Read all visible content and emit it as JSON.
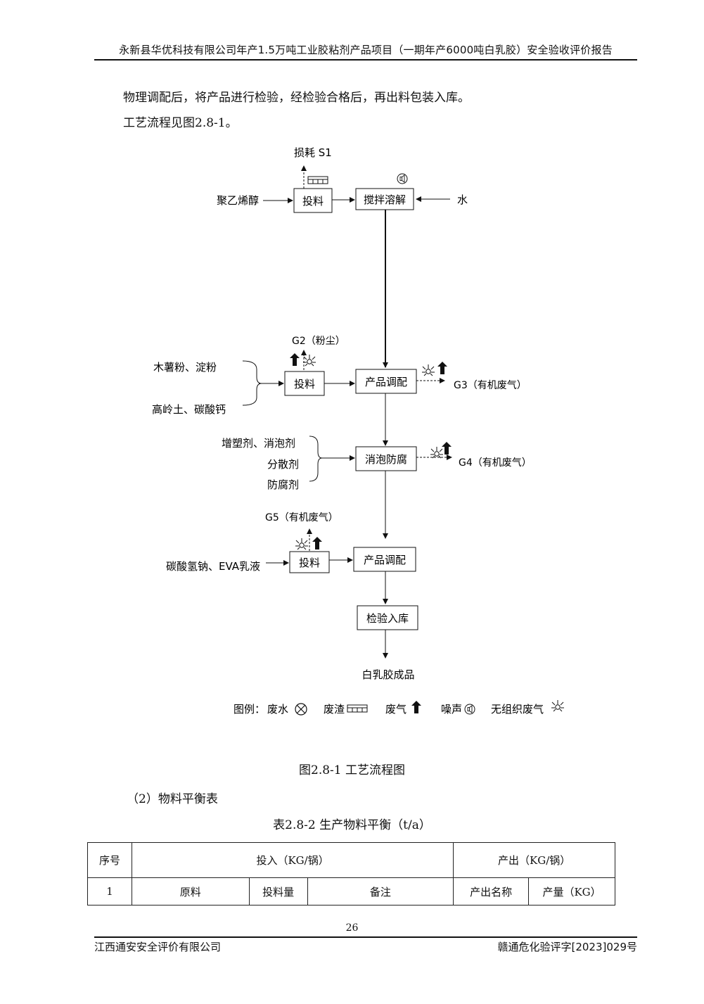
{
  "header": {
    "title": "永新县华优科技有限公司年产1.5万吨工业胶粘剂产品项目（一期年产6000吨白乳胶）安全验收评价报告"
  },
  "body": {
    "paragraph1": "物理调配后，将产品进行检验，经检验合格后，再出料包装入库。",
    "paragraph2": "工艺流程见图2.8-1。"
  },
  "flow": {
    "loss_label": "损耗 S1",
    "input_pva": "聚乙烯醇",
    "box_feed1": "投料",
    "box_stir": "搅拌溶解",
    "input_water": "水",
    "g2_label": "G2（粉尘）",
    "input_cassava": "木薯粉、淀粉",
    "input_kaolin": "高岭土、碳酸钙",
    "box_feed2": "投料",
    "box_blend1": "产品调配",
    "g3_label": "G3（有机废气）",
    "input_plasticizer": "增塑剂、消泡剂",
    "input_dispersant": "分散剂",
    "input_preservative": "防腐剂",
    "box_defoam": "消泡防腐",
    "g4_label": "G4（有机废气）",
    "g5_label": "G5（有机废气）",
    "input_bicarb": "碳酸氢钠、EVA乳液",
    "box_feed3": "投料",
    "box_blend2": "产品调配",
    "box_inspect": "检验入库",
    "output_product": "白乳胶成品",
    "legend": {
      "prefix": "图例：",
      "wastewater": "废水",
      "residue": "废渣",
      "exhaust": "废气",
      "noise": "噪声",
      "fugitive": "无组织废气"
    }
  },
  "figure_caption": "图2.8-1 工艺流程图",
  "section_title": "（2）物料平衡表",
  "table_caption": "表2.8-2 生产物料平衡（t/a）",
  "table": {
    "h_seq": "序号",
    "h_input": "投入（KG/锅）",
    "h_output": "产出（KG/锅）",
    "r_seq": "1",
    "r_material": "原料",
    "r_amount": "投料量",
    "r_note": "备注",
    "r_outname": "产出名称",
    "r_outqty": "产量（KG）"
  },
  "page_number": "26",
  "footer": {
    "company": "江西通安安全评价有限公司",
    "doc_no": "赣通危化验评字[2023]029号"
  }
}
